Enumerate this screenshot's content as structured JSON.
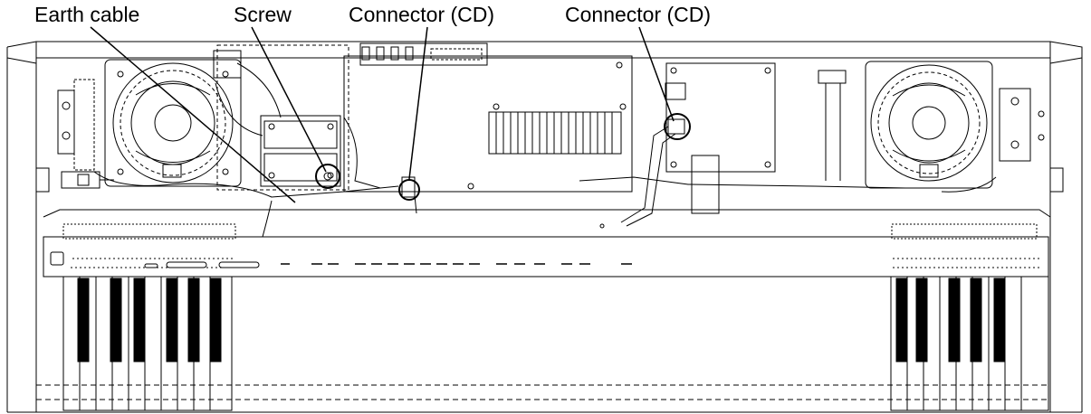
{
  "labels": {
    "earth_cable": "Earth cable",
    "screw": "Screw",
    "connector_left": "Connector (CD)",
    "connector_right": "Connector (CD)"
  },
  "colors": {
    "ink": "#000000",
    "paper": "#ffffff"
  },
  "components": {
    "speakers": [
      "left-speaker",
      "right-speaker"
    ],
    "boards": [
      "power-board",
      "main-board",
      "cd-board"
    ],
    "keys": [
      "left-key-section",
      "right-key-section"
    ]
  }
}
